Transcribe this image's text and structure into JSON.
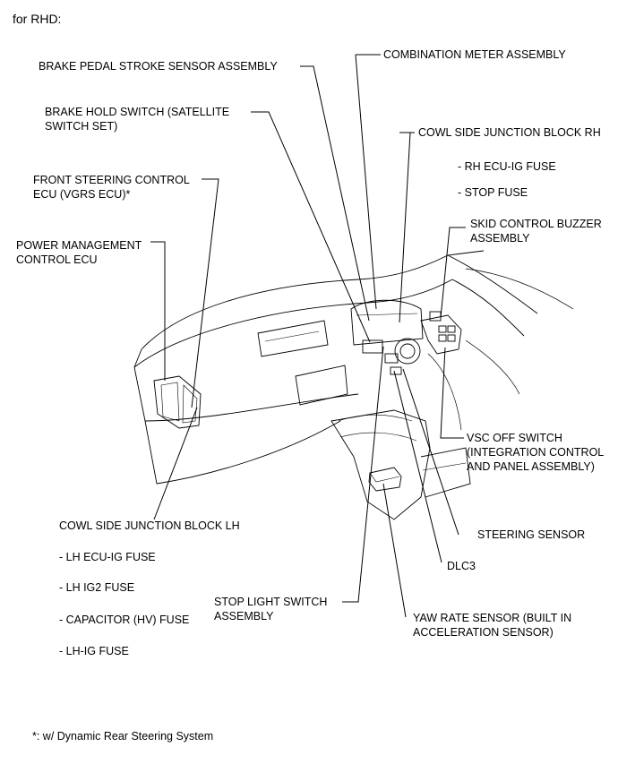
{
  "header": {
    "title": "for RHD:"
  },
  "labels": {
    "combination_meter": "COMBINATION METER ASSEMBLY",
    "brake_pedal_sensor": "BRAKE PEDAL STROKE SENSOR ASSEMBLY",
    "brake_hold_switch": "BRAKE HOLD SWITCH (SATELLITE\nSWITCH SET)",
    "cowl_side_rh": "COWL SIDE JUNCTION BLOCK RH",
    "rh_ecu_ig_fuse": "- RH ECU-IG FUSE",
    "stop_fuse": "- STOP FUSE",
    "front_steering_ecu": "FRONT STEERING CONTROL\nECU (VGRS ECU)*",
    "skid_buzzer": "SKID CONTROL BUZZER\nASSEMBLY",
    "power_management_ecu": "POWER MANAGEMENT\nCONTROL ECU",
    "vsc_off_switch": "VSC OFF SWITCH\n(INTEGRATION CONTROL\nAND PANEL ASSEMBLY)",
    "cowl_side_lh": "COWL SIDE JUNCTION BLOCK LH",
    "steering_sensor": "STEERING SENSOR",
    "lh_ecu_ig_fuse": "- LH ECU-IG FUSE",
    "dlc3": "DLC3",
    "lh_ig2_fuse": "- LH IG2 FUSE",
    "stop_light_switch": "STOP LIGHT SWITCH\nASSEMBLY",
    "capacitor_fuse": "- CAPACITOR (HV) FUSE",
    "yaw_rate_sensor": "YAW RATE SENSOR (BUILT IN\nACCELERATION SENSOR)",
    "lh_ig_fuse": "- LH-IG FUSE"
  },
  "footnote": "*: w/ Dynamic Rear Steering System"
}
